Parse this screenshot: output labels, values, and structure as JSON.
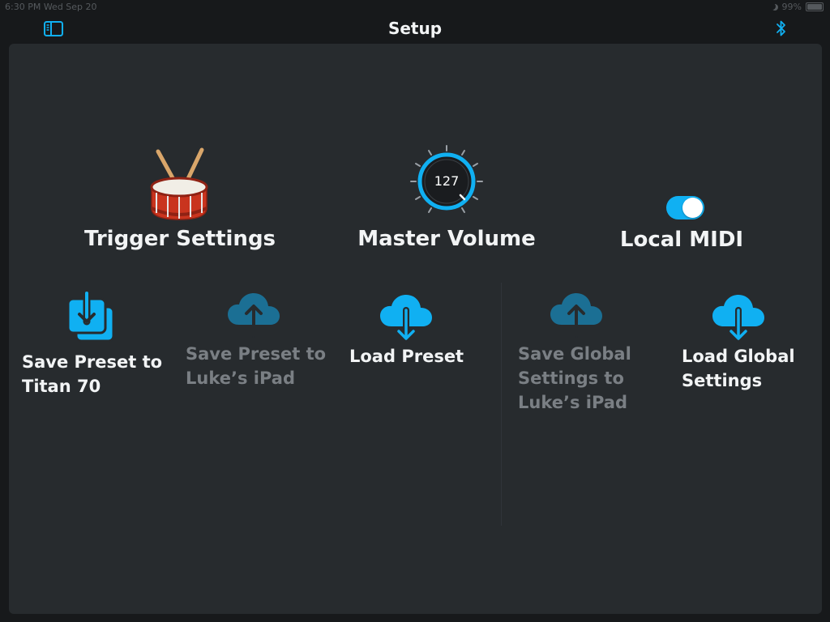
{
  "status_bar": {
    "time_date": "6:30 PM   Wed Sep 20",
    "battery": "99%"
  },
  "nav": {
    "title": "Setup",
    "left_icon": "sidebar-toggle-icon",
    "right_icon": "bluetooth-icon"
  },
  "main": {
    "trigger_settings": {
      "label": "Trigger Settings",
      "icon": "drum-icon"
    },
    "master_volume": {
      "label": "Master Volume",
      "value": "127",
      "icon": "volume-knob-icon"
    },
    "local_midi": {
      "label": "Local MIDI",
      "enabled": true
    }
  },
  "actions": [
    {
      "label_lines": [
        "Save Preset to",
        "Titan 70"
      ],
      "icon": "save-to-device-icon",
      "enabled": true
    },
    {
      "label_lines": [
        "Save Preset to",
        "Luke’s iPad"
      ],
      "icon": "cloud-upload-icon",
      "enabled": false
    },
    {
      "label_lines": [
        "Load Preset"
      ],
      "icon": "cloud-download-icon",
      "enabled": true
    },
    {
      "label_lines": [
        "Save Global",
        "Settings to",
        "Luke’s iPad"
      ],
      "icon": "cloud-upload-icon",
      "enabled": false
    },
    {
      "label_lines": [
        "Load Global",
        "Settings"
      ],
      "icon": "cloud-download-icon",
      "enabled": true
    }
  ],
  "colors": {
    "accent": "#10b0f2",
    "disabled_icon": "#1b6f94",
    "background": "#17191b",
    "panel": "#272b2e"
  }
}
